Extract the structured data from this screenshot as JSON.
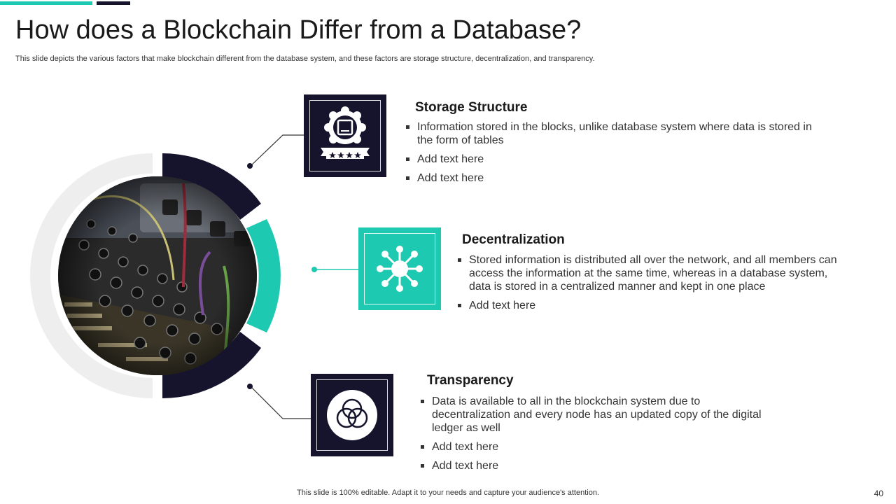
{
  "slide": {
    "title": "How does a Blockchain Differ from a Database?",
    "subtitle": "This slide depicts the various factors that make blockchain different from the database system, and these factors are storage structure, decentralization, and transparency.",
    "footer": "This slide is 100% editable. Adapt it to your needs and capture your audience's attention.",
    "page_number": "40"
  },
  "sections": [
    {
      "heading": "Storage Structure",
      "icon": "storage-badge-icon",
      "bullets": [
        "Information stored in the blocks, unlike database system where data is stored in the form of tables",
        "Add text here",
        "Add text here"
      ]
    },
    {
      "heading": "Decentralization",
      "icon": "network-hub-icon",
      "bullets": [
        "Stored information is distributed all over the network, and all members can access the information at the same time, whereas in a database system, data is stored in a centralized manner and kept in one place",
        "Add text here"
      ]
    },
    {
      "heading": "Transparency",
      "icon": "overlapping-circles-icon",
      "bullets": [
        "Data is available to all in the blockchain system due to decentralization and every node has an updated copy of the digital ledger as well",
        "Add text here",
        "Add text here"
      ]
    }
  ],
  "colors": {
    "accent_teal": "#1dc9b0",
    "dark_navy": "#15142c",
    "ring_gray": "#eeeeee"
  },
  "image": {
    "subject": "audio-mixer-photo"
  }
}
